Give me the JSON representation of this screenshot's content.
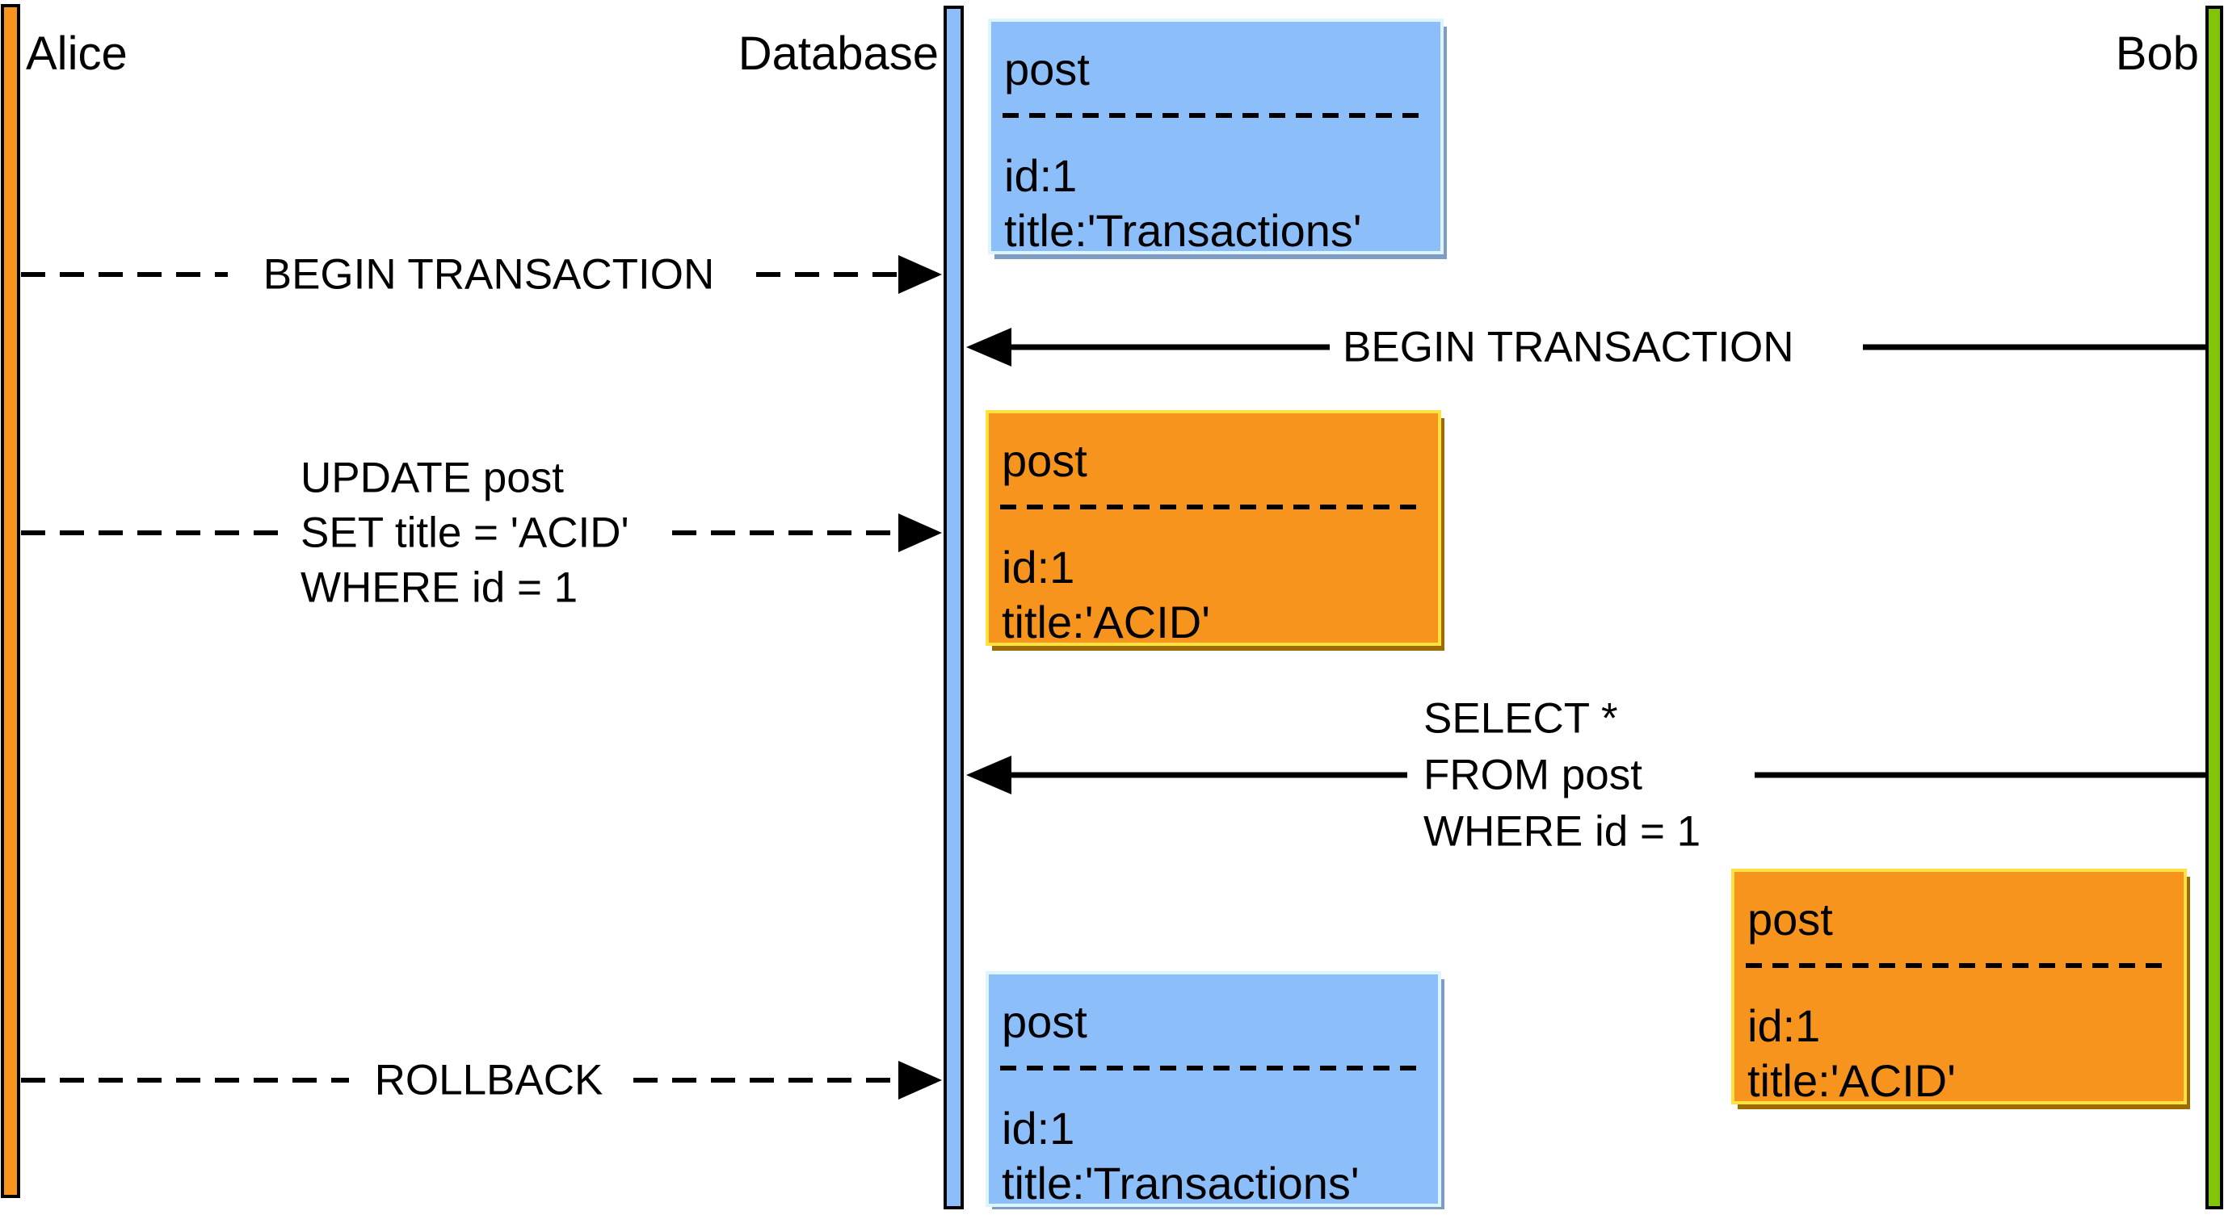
{
  "colors": {
    "background": "#FFFFFF",
    "alice_bar": "#F7941D",
    "database_bar": "#8CBEF9",
    "bob_bar": "#82C40A",
    "blue_box_fill": "#8CBEF9",
    "blue_box_highlight": "#DDF5FF",
    "blue_box_shadow": "#7E9CC4",
    "orange_box_fill": "#F7941D",
    "orange_box_highlight": "#FFE242",
    "orange_box_shadow": "#9E6B00",
    "line_color": "#000000"
  },
  "actors": {
    "alice": {
      "label": "Alice"
    },
    "database": {
      "label": "Database"
    },
    "bob": {
      "label": "Bob"
    }
  },
  "messages": {
    "m1": {
      "from": "Alice",
      "to": "Database",
      "style": "dashed",
      "lines": {
        "l1": "BEGIN TRANSACTION"
      }
    },
    "m2": {
      "from": "Bob",
      "to": "Database",
      "style": "solid",
      "lines": {
        "l1": "BEGIN TRANSACTION"
      }
    },
    "m3": {
      "from": "Alice",
      "to": "Database",
      "style": "dashed",
      "lines": {
        "l1": "UPDATE post",
        "l2": "SET title = 'ACID'",
        "l3": "WHERE id = 1"
      }
    },
    "m4": {
      "from": "Bob",
      "to": "Database",
      "style": "solid",
      "lines": {
        "l1": "SELECT *",
        "l2": "FROM post",
        "l3": "WHERE id = 1"
      }
    },
    "m5": {
      "from": "Alice",
      "to": "Database",
      "style": "dashed",
      "lines": {
        "l1": "ROLLBACK"
      }
    }
  },
  "records": {
    "r1": {
      "color": "blue",
      "table": "post",
      "divider": "--------------------------",
      "id": "id:1",
      "title": "title:'Transactions'"
    },
    "r2": {
      "color": "orange",
      "table": "post",
      "divider": "--------------------------",
      "id": "id:1",
      "title": "title:'ACID'"
    },
    "r3": {
      "color": "orange",
      "table": "post",
      "divider": "--------------------------",
      "id": "id:1",
      "title": "title:'ACID'"
    },
    "r4": {
      "color": "blue",
      "table": "post",
      "divider": "--------------------------",
      "id": "id:1",
      "title": "title:'Transactions'"
    }
  }
}
